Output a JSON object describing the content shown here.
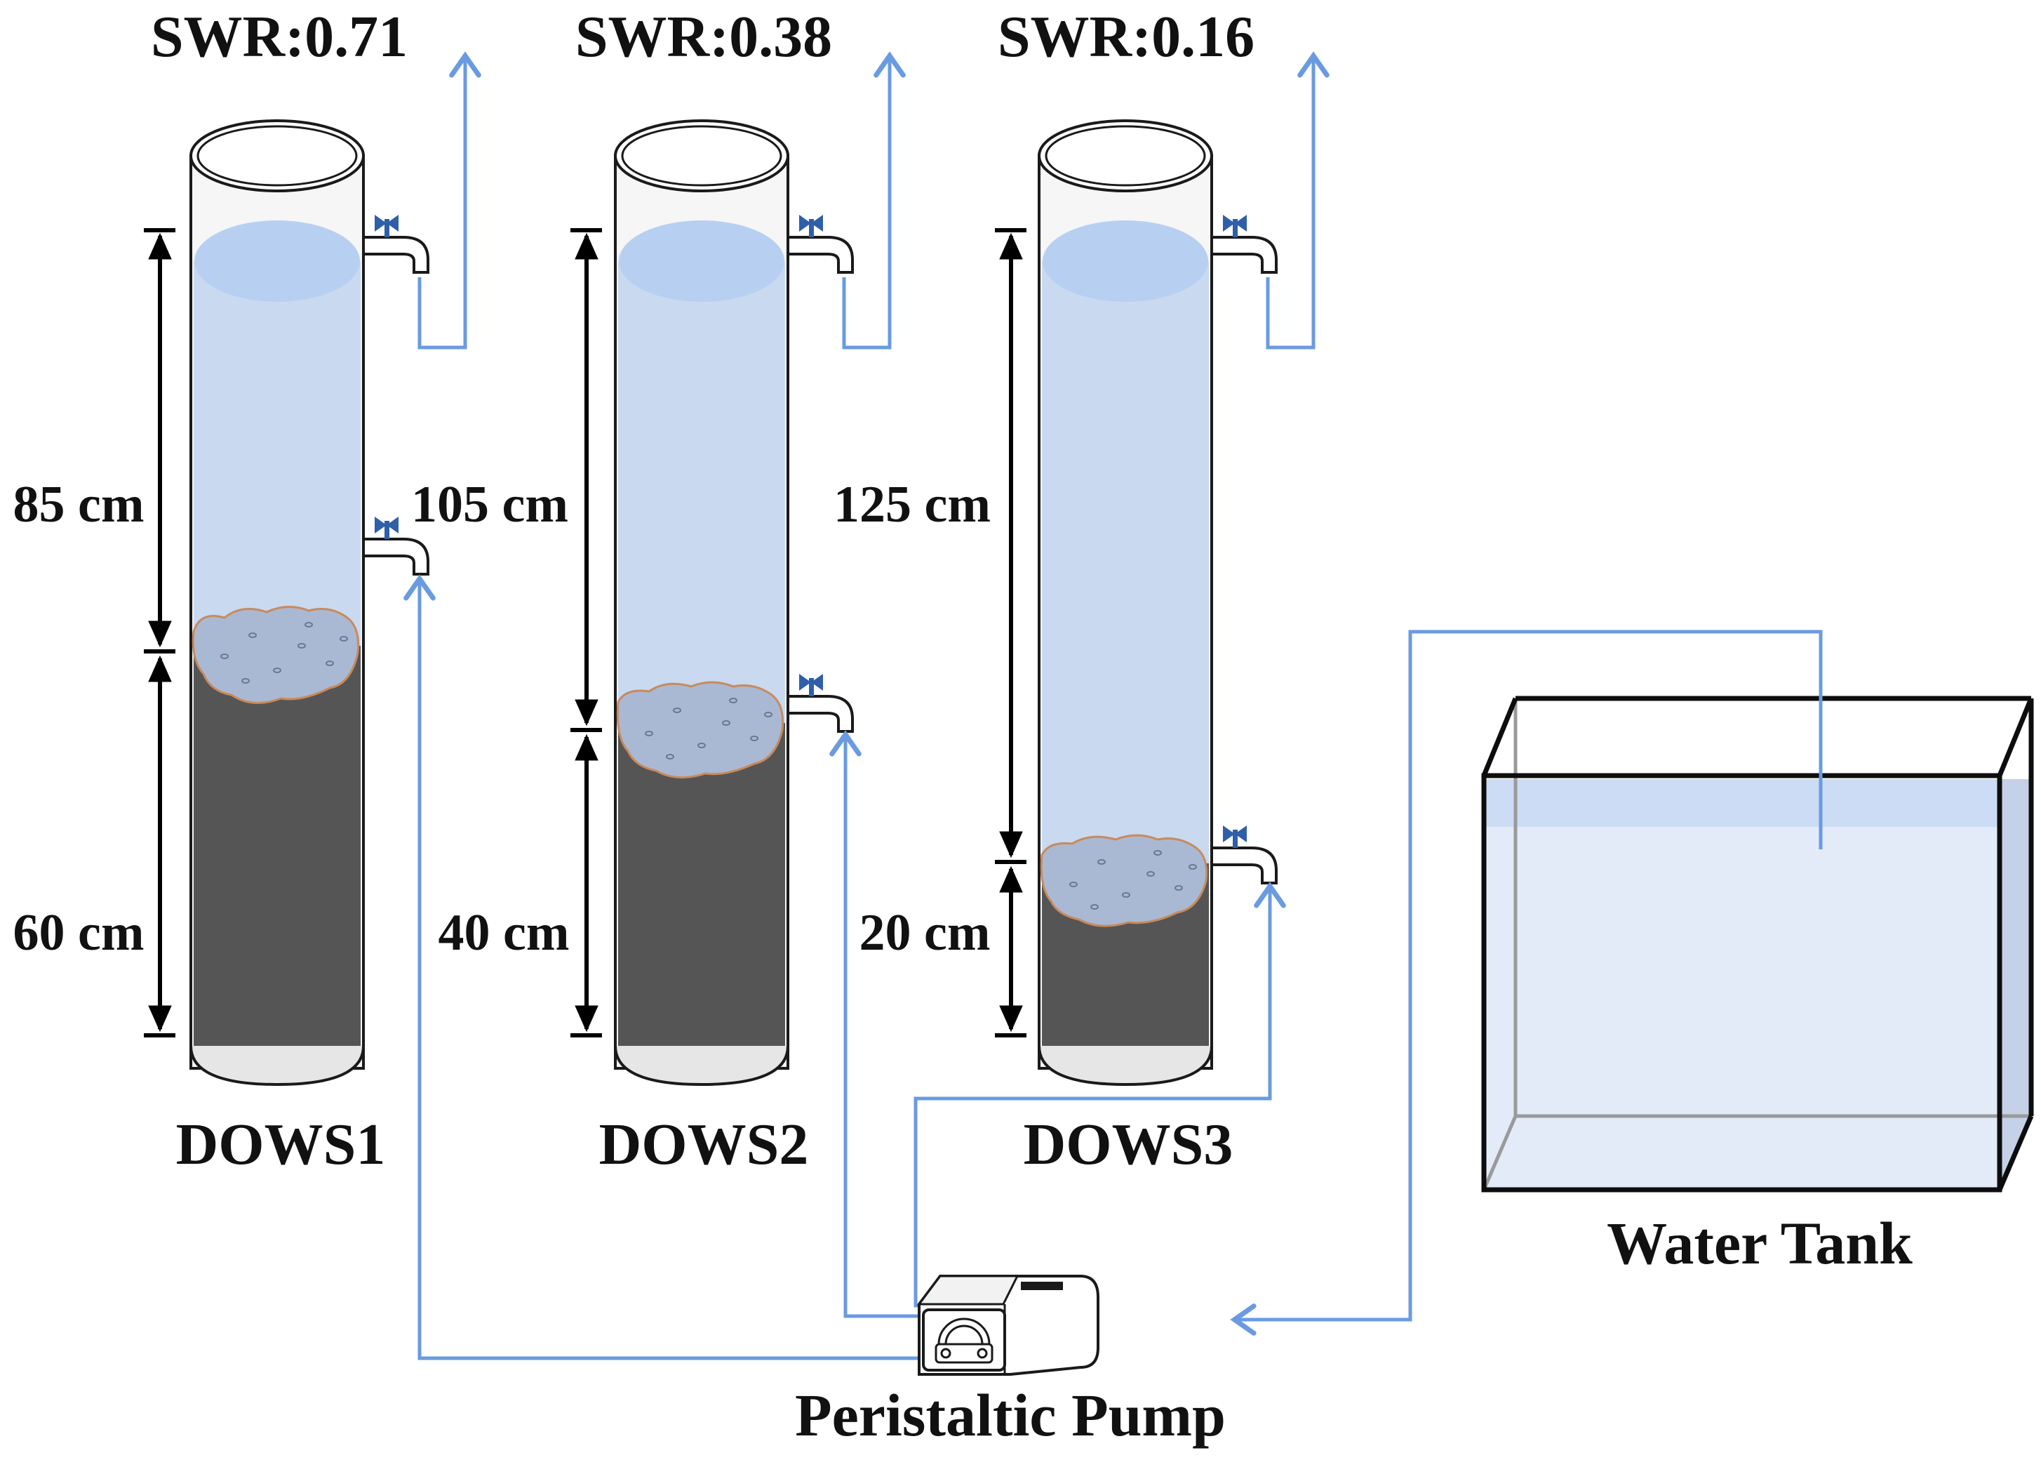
{
  "columns": [
    {
      "id": "DOWS1",
      "name": "DOWS1",
      "swr": "SWR:0.71",
      "upper_depth": "85 cm",
      "lower_depth": "60 cm"
    },
    {
      "id": "DOWS2",
      "name": "DOWS2",
      "swr": "SWR:0.38",
      "upper_depth": "105 cm",
      "lower_depth": "40 cm"
    },
    {
      "id": "DOWS3",
      "name": "DOWS3",
      "swr": "SWR:0.16",
      "upper_depth": "125 cm",
      "lower_depth": "20 cm"
    }
  ],
  "pump": {
    "label": "Peristaltic Pump"
  },
  "tank": {
    "label": "Water Tank"
  },
  "colors": {
    "water": "#c9d9f0",
    "water_surface": "#b7d0f2",
    "sediment": "#555555",
    "sludge": "#a9b9d4",
    "sludge_edge": "#c98a5a",
    "pipe": "#6a9be0",
    "valve": "#2f5fa8",
    "tank_water": "#e3ebf8"
  }
}
